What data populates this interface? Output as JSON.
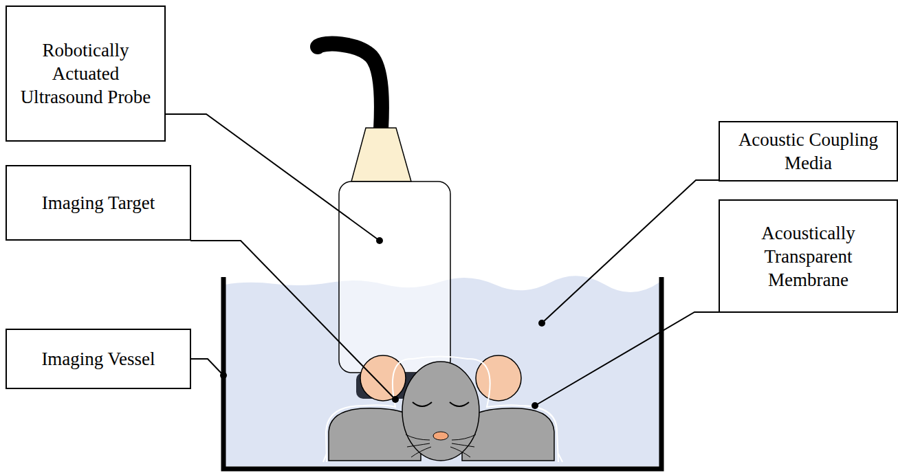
{
  "diagram": {
    "nodes": [
      {
        "text": [
          "Robotically Actuated Ultrasound Probe"
        ]
      },
      {
        "text": [
          "Imaging Target"
        ]
      },
      {
        "text": [
          "Imaging Vessel"
        ]
      },
      {
        "text": [
          "Acoustic Coupling Media"
        ]
      },
      {
        "text": [
          "Acoustically Transparent Membrane"
        ]
      }
    ]
  }
}
